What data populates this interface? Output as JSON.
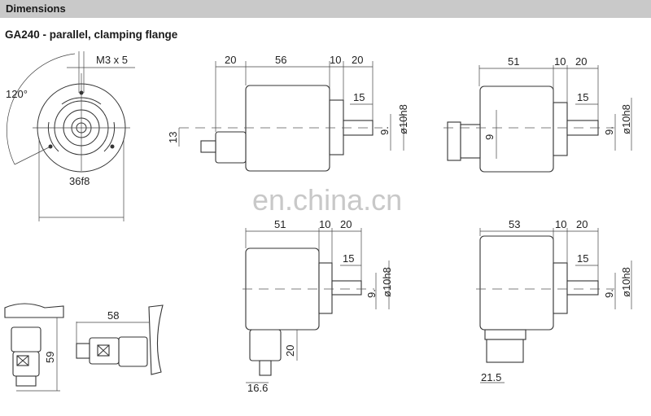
{
  "header": {
    "title": "Dimensions"
  },
  "subtitle": "GA240 - parallel, clamping flange",
  "watermark": "en.china.cn",
  "front_view": {
    "thread": "M3 x 5",
    "angle": "120°",
    "diameter": "36f8"
  },
  "side_view_cable": {
    "d1": "20",
    "d2": "56",
    "d3": "10",
    "d4": "20",
    "shaft_len": "15",
    "shaft_dia": "ø10h8",
    "key": "9.",
    "offset": "13"
  },
  "side_view_connector_axial": {
    "d1": "51",
    "d2": "10",
    "d3": "20",
    "shaft_len": "15",
    "shaft_dia": "ø10h8",
    "key": "9.",
    "offset": "9"
  },
  "side_view_cable_radial": {
    "d1": "51",
    "d2": "10",
    "d3": "20",
    "shaft_len": "15",
    "shaft_dia": "ø10h8",
    "key": "9.",
    "height": "20",
    "offset": "16.6"
  },
  "side_view_connector_radial": {
    "d1": "53",
    "d2": "10",
    "d3": "20",
    "shaft_len": "15",
    "shaft_dia": "ø10h8",
    "key": "9.",
    "offset": "21.5"
  },
  "mating_connector": {
    "straight_height": "59",
    "angled_length": "58"
  }
}
